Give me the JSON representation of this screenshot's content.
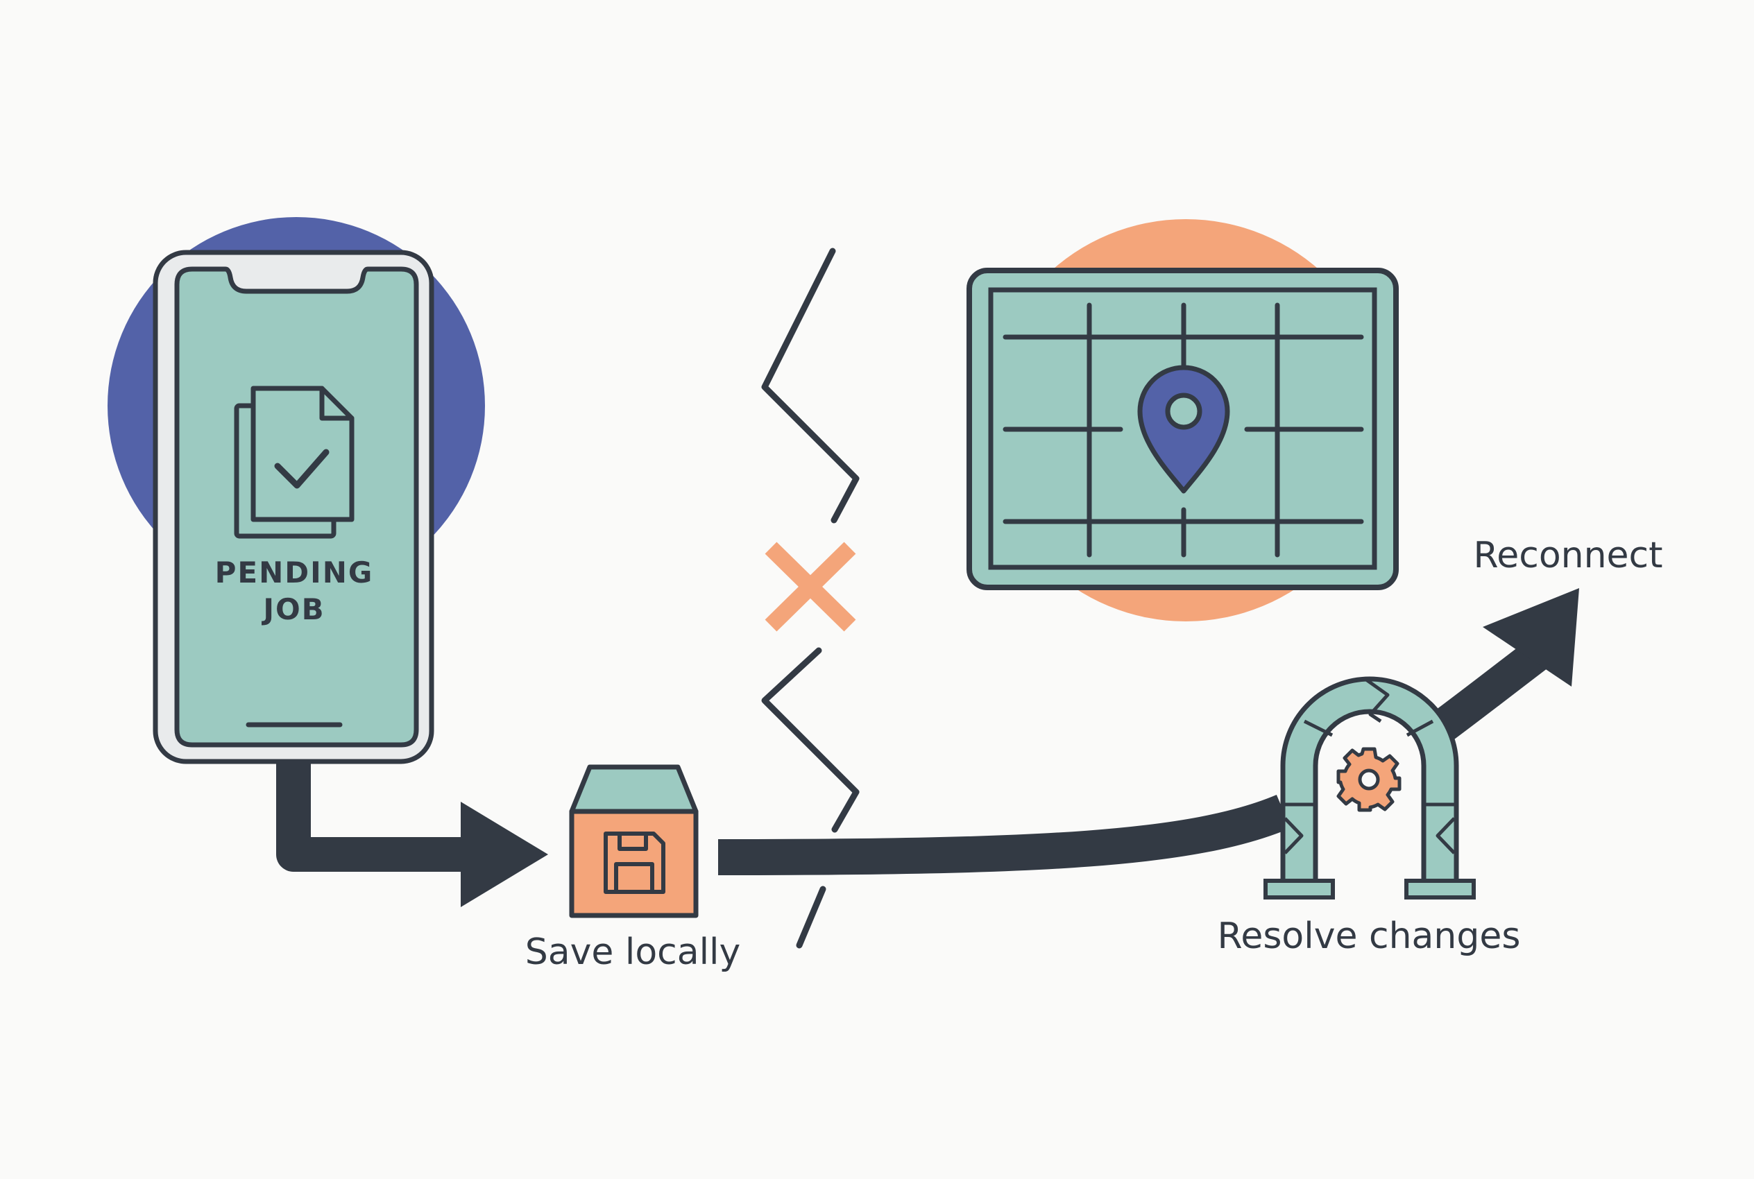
{
  "colors": {
    "background": "#fafaf9",
    "ink": "#333a44",
    "teal": "#9ccac1",
    "blue": "#5362a8",
    "orange": "#f4a57a",
    "frame_grey": "#e9ebec"
  },
  "phone": {
    "label_line1": "PENDING",
    "label_line2": "JOB",
    "icon": "document-check-icon"
  },
  "steps": {
    "save_label": "Save locally",
    "save_icon": "floppy-disk-icon",
    "resolve_label": "Resolve changes",
    "resolve_icon": "gear-icon",
    "reconnect_label": "Reconnect"
  },
  "map": {
    "icon": "location-pin-icon"
  },
  "disconnect": {
    "icon": "x-mark-icon"
  }
}
